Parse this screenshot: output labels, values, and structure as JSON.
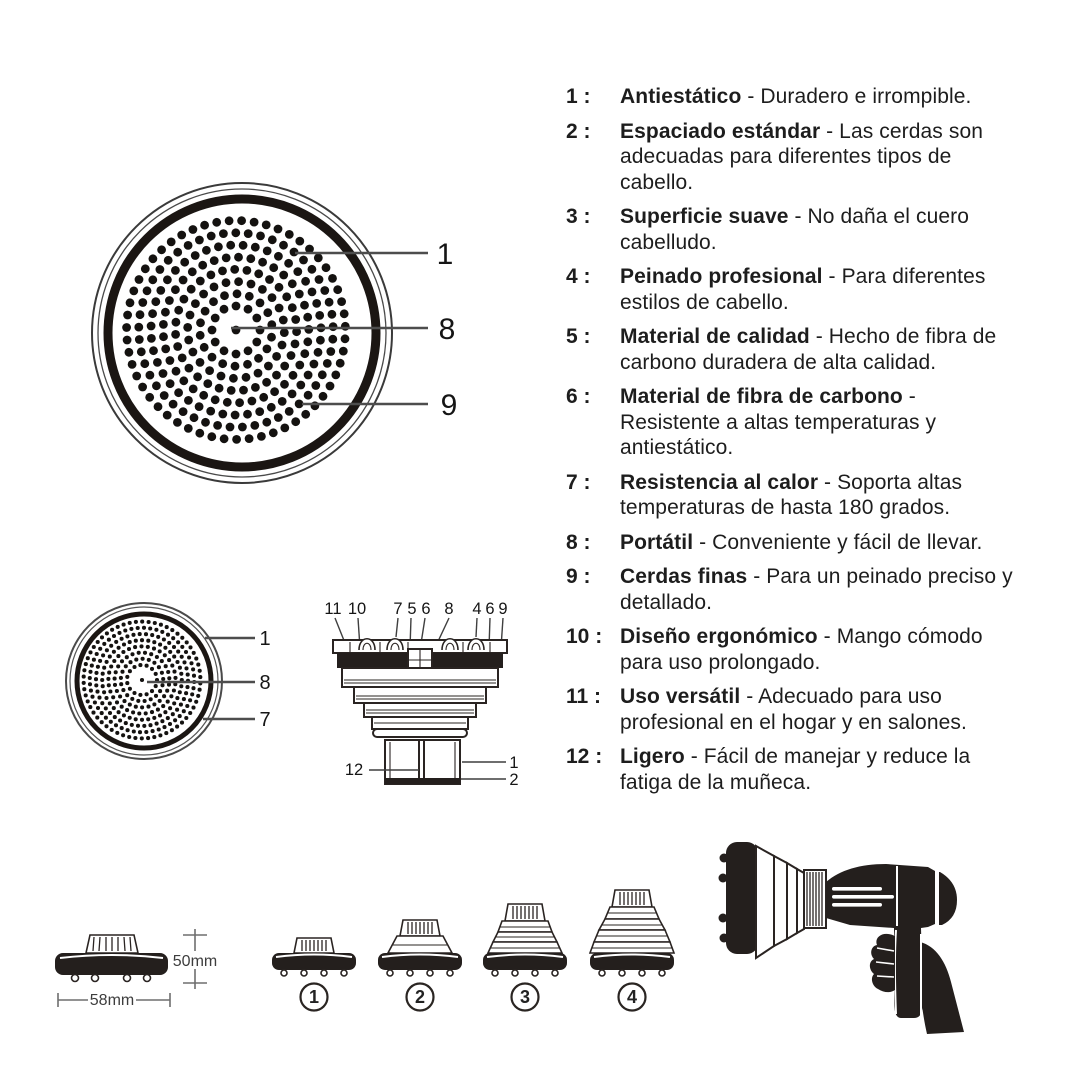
{
  "page": {
    "background": "#ffffff",
    "ink": "#241f1d",
    "leader_color": "#4d4d4d"
  },
  "separators": {
    "colon": ":",
    "dash": "-"
  },
  "features": [
    {
      "num": "1",
      "title": "Antiestático",
      "desc": "Duradero e irrompible."
    },
    {
      "num": "2",
      "title": "Espaciado estándar",
      "desc": "Las cerdas son adecuadas para diferentes tipos de cabello."
    },
    {
      "num": "3",
      "title": "Superficie suave",
      "desc": "No daña el cuero cabelludo."
    },
    {
      "num": "4",
      "title": "Peinado profesional",
      "desc": "Para diferentes estilos de cabello."
    },
    {
      "num": "5",
      "title": "Material de calidad",
      "desc": "Hecho de fibra de carbono duradera de alta calidad."
    },
    {
      "num": "6",
      "title": "Material de fibra de carbono",
      "desc": "Resistente a altas temperaturas y antiestático."
    },
    {
      "num": "7",
      "title": "Resistencia al calor",
      "desc": "Soporta altas temperaturas de hasta 180 grados."
    },
    {
      "num": "8",
      "title": "Portátil",
      "desc": "Conveniente y fácil de llevar."
    },
    {
      "num": "9",
      "title": "Cerdas finas",
      "desc": "Para un peinado preciso y detallado."
    },
    {
      "num": "10",
      "title": "Diseño ergonómico",
      "desc": "Mango cómodo para uso prolongado."
    },
    {
      "num": "11",
      "title": "Uso versátil",
      "desc": "Adecuado para uso profesional en el hogar y en salones."
    },
    {
      "num": "12",
      "title": "Ligero",
      "desc": "Fácil de manejar y reduce la fatiga de la muñeca."
    }
  ],
  "diagram_top_view_large": {
    "callouts": [
      "1",
      "8",
      "9"
    ]
  },
  "diagram_top_view_small": {
    "callouts": [
      "1",
      "8",
      "7"
    ]
  },
  "diagram_side_view": {
    "top_callouts": [
      "11",
      "10",
      "7",
      "5",
      "6",
      "8",
      "4",
      "6",
      "9"
    ],
    "bottom_callouts": [
      "12",
      "1",
      "2"
    ]
  },
  "diagram_dimensions": {
    "width_label": "58mm",
    "height_label": "50mm"
  },
  "diagram_stages": {
    "labels": [
      "1",
      "2",
      "3",
      "4"
    ]
  }
}
